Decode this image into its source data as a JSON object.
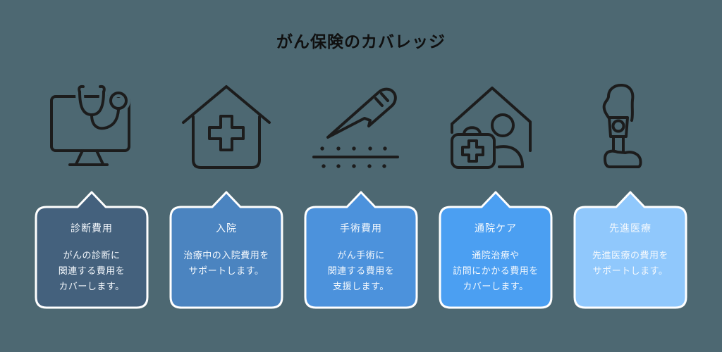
{
  "title": "がん保険のカバレッジ",
  "colors": {
    "background": "#4d6872",
    "ink": "#1c1c1c",
    "card_border": "#ffffff",
    "card_text": "#f5f9fd"
  },
  "cards": [
    {
      "icon": "telehealth-monitor-stethoscope-icon",
      "label": "診断費用",
      "body": [
        "がんの診断に",
        "関連する費用を",
        "カバーします。"
      ],
      "color": "#44617d"
    },
    {
      "icon": "hospital-house-cross-icon",
      "label": "入院",
      "body": [
        "治療中の入院費用を",
        "サポートします。"
      ],
      "color": "#4b84c0"
    },
    {
      "icon": "surgical-scalpel-incision-icon",
      "label": "手術費用",
      "body": [
        "がん手術に",
        "関連する費用を",
        "支援します。"
      ],
      "color": "#4c92dc"
    },
    {
      "icon": "home-visit-first-aid-icon",
      "label": "通院ケア",
      "body": [
        "通院治療や",
        "訪問にかかる費用を",
        "カバーします。"
      ],
      "color": "#4b9ff2"
    },
    {
      "icon": "prosthetic-leg-icon",
      "label": "先進医療",
      "body": [
        "先進医療の費用を",
        "サポートします。"
      ],
      "color": "#90c8fc"
    }
  ]
}
